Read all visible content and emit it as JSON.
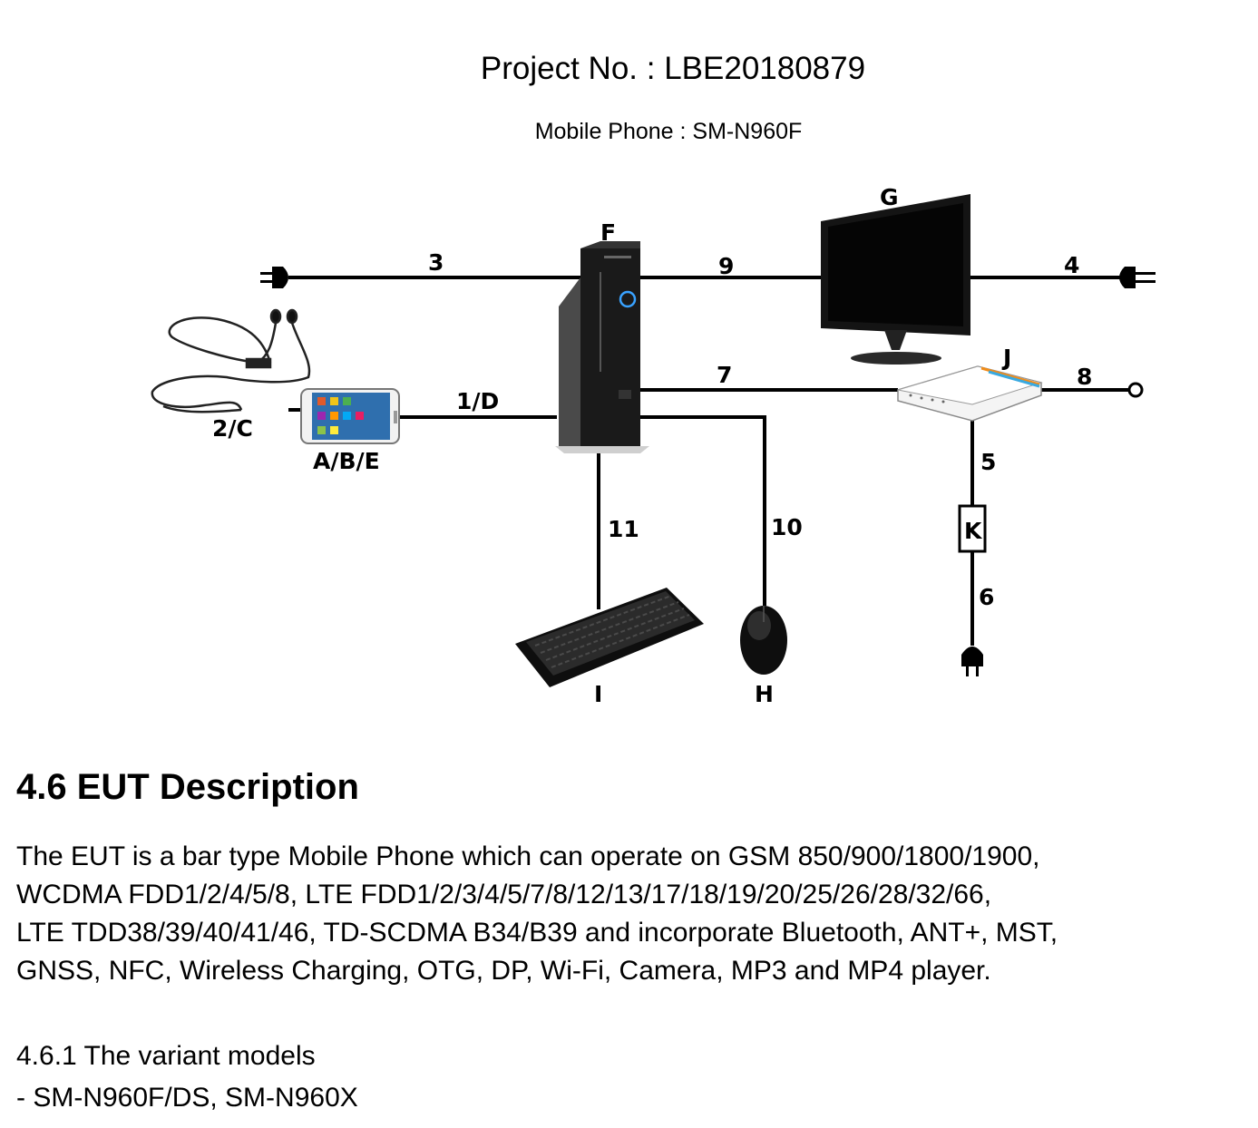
{
  "header": {
    "project_no": "Project No. : LBE20180879",
    "model": "Mobile Phone : SM-N960F"
  },
  "diagram": {
    "nodes": {
      "phone": "A/B/E",
      "earphone": "2/C",
      "pc": "F",
      "monitor": "G",
      "router": "J",
      "adapter": "K",
      "keyboard": "I",
      "mouse": "H"
    },
    "cables": {
      "c1": "1/D",
      "c3": "3",
      "c4": "4",
      "c5": "5",
      "c6": "6",
      "c7": "7",
      "c8": "8",
      "c9": "9",
      "c10": "10",
      "c11": "11"
    }
  },
  "section": {
    "title": "4.6 EUT Description",
    "description_lines": [
      "The EUT is a bar type Mobile Phone which can operate on GSM 850/900/1800/1900,",
      "WCDMA FDD1/2/4/5/8, LTE FDD1/2/3/4/5/7/8/12/13/17/18/19/20/25/26/28/32/66,",
      "LTE TDD38/39/40/41/46, TD-SCDMA B34/B39 and incorporate Bluetooth, ANT+, MST,",
      "GNSS, NFC, Wireless Charging, OTG, DP, Wi-Fi, Camera, MP3 and MP4 player."
    ],
    "subsection_title": "4.6.1 The variant models",
    "variants": "- SM-N960F/DS, SM-N960X"
  }
}
